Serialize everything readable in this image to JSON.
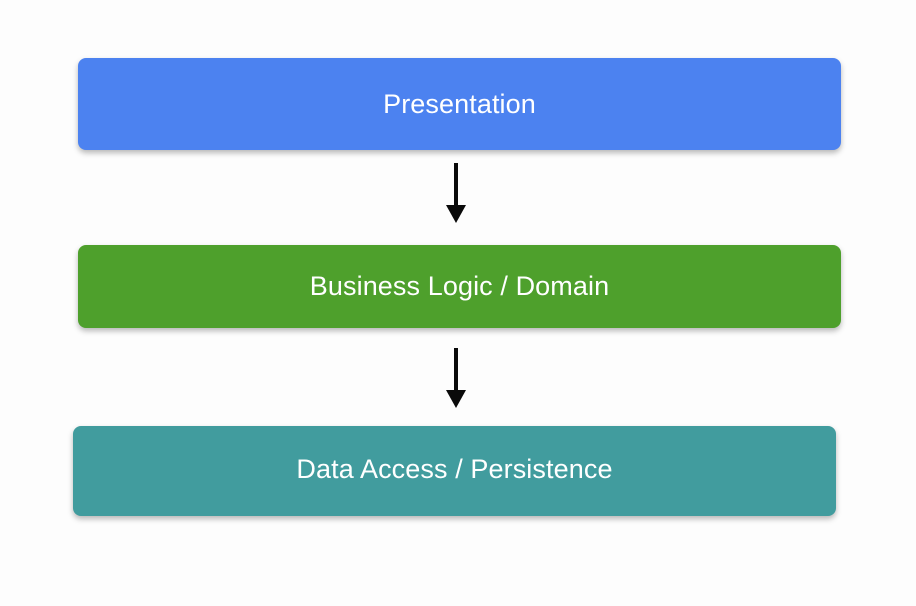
{
  "diagram": {
    "type": "layered-architecture-flow",
    "title": "",
    "background_color": "#fdfdfd",
    "layers": [
      {
        "id": "presentation",
        "label": "Presentation",
        "color": "#4c82f0",
        "text_color": "#ffffff",
        "order": 1
      },
      {
        "id": "business-logic",
        "label": "Business Logic / Domain",
        "color": "#4ea02c",
        "text_color": "#ffffff",
        "order": 2
      },
      {
        "id": "data-access",
        "label": "Data Access / Persistence",
        "color": "#419c9e",
        "text_color": "#ffffff",
        "order": 3
      }
    ],
    "connectors": [
      {
        "id": "presentation-to-business-logic",
        "from": "presentation",
        "to": "business-logic",
        "style": "solid-arrow",
        "color": "#0a0a0a",
        "direction": "down"
      },
      {
        "id": "business-logic-to-data-access",
        "from": "business-logic",
        "to": "data-access",
        "style": "solid-arrow",
        "color": "#0a0a0a",
        "direction": "down"
      }
    ]
  }
}
